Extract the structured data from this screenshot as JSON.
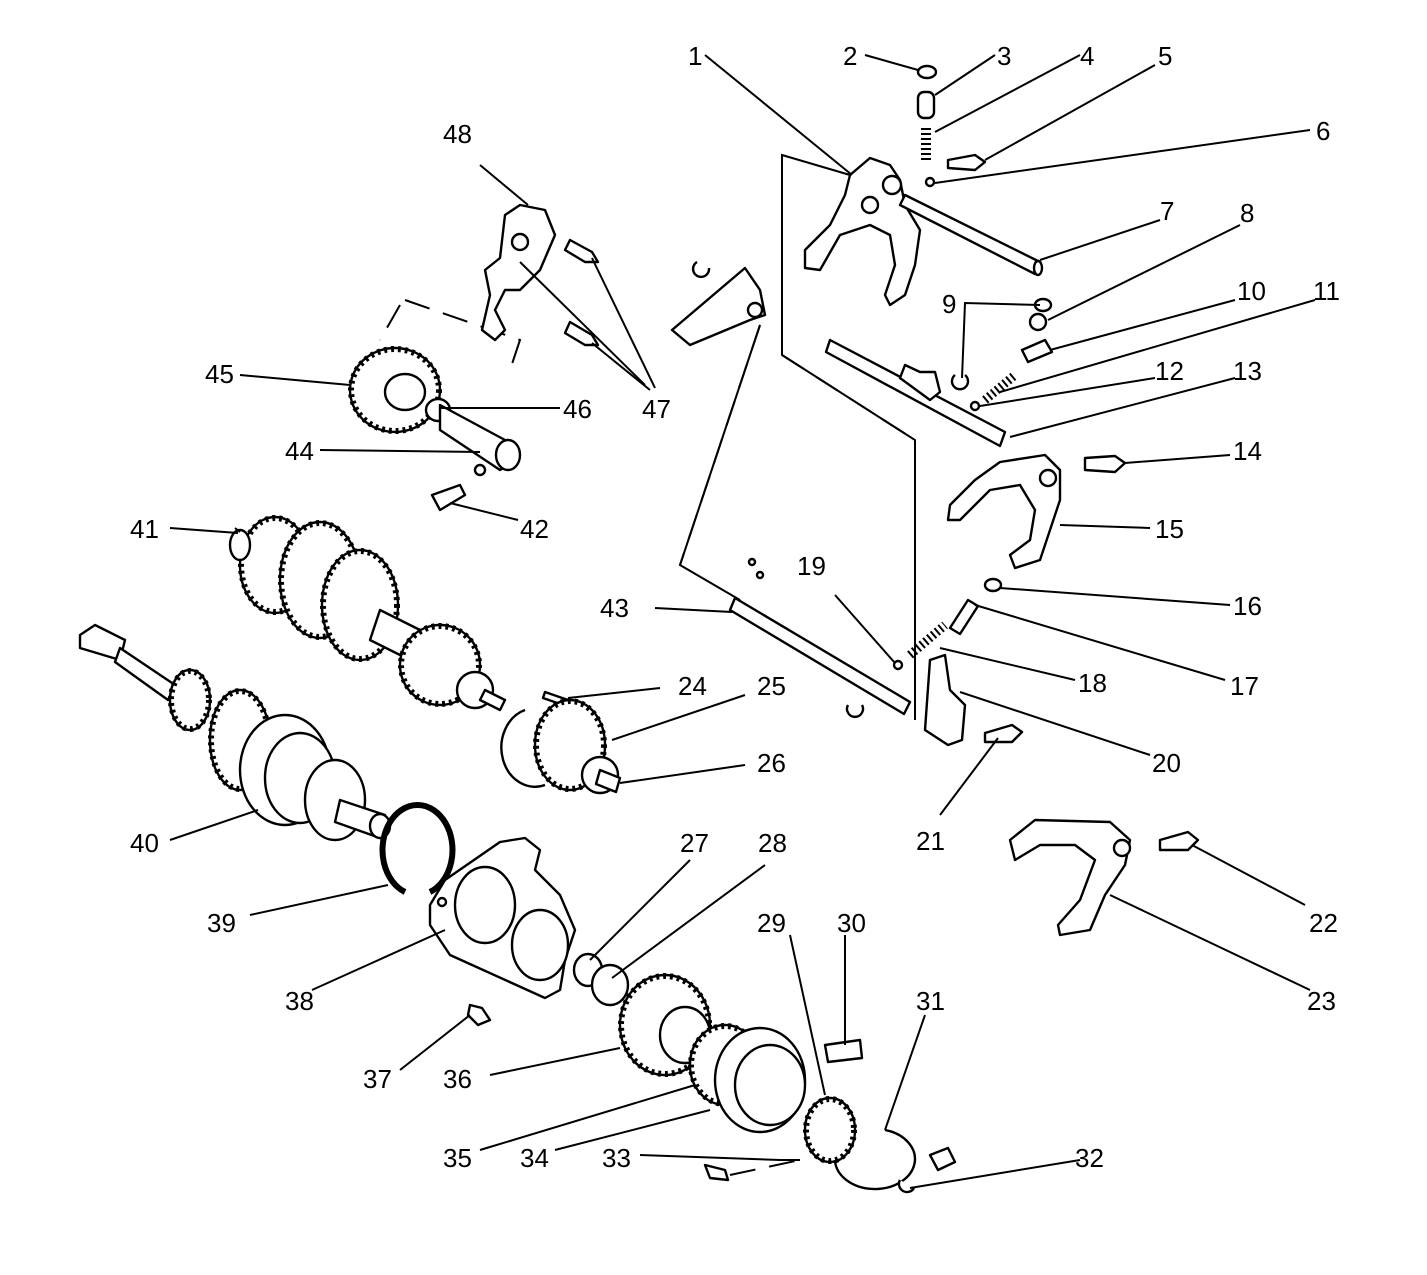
{
  "diagram": {
    "type": "exploded-parts-view",
    "callouts": [
      "1",
      "2",
      "3",
      "4",
      "5",
      "6",
      "7",
      "8",
      "9",
      "10",
      "11",
      "12",
      "13",
      "14",
      "15",
      "16",
      "17",
      "18",
      "19",
      "20",
      "21",
      "22",
      "23",
      "24",
      "25",
      "26",
      "27",
      "28",
      "29",
      "30",
      "31",
      "32",
      "33",
      "34",
      "35",
      "36",
      "37",
      "38",
      "39",
      "40",
      "41",
      "42",
      "43",
      "44",
      "45",
      "46",
      "47",
      "48"
    ]
  }
}
